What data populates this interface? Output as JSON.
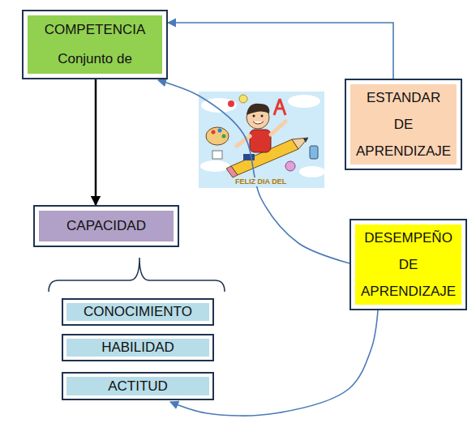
{
  "diagram": {
    "nodes": [
      {
        "text": [
          "COMPETENCIA",
          "Conjunto de"
        ]
      },
      {
        "text": [
          "ESTANDAR DE APRENDIZAJE"
        ]
      },
      {
        "text": [
          "CAPACIDAD"
        ]
      },
      {
        "text": [
          "CONOCIMIENTO"
        ]
      },
      {
        "text": [
          "HABILIDAD"
        ]
      },
      {
        "text": [
          "ACTITUD"
        ]
      },
      {
        "text": [
          "DESEMPEÑO DE APRENDIZAJE"
        ]
      }
    ],
    "edges": [
      {
        "from": 0,
        "to": 2,
        "arrow": "to"
      },
      {
        "from": 1,
        "to": 0,
        "arrow": "to"
      },
      {
        "from": 6,
        "to": 0,
        "arrow": "to"
      },
      {
        "from": 6,
        "to": 5,
        "arrow": "to"
      }
    ],
    "labels": [
      "FELIZ DIA DEL"
    ]
  }
}
